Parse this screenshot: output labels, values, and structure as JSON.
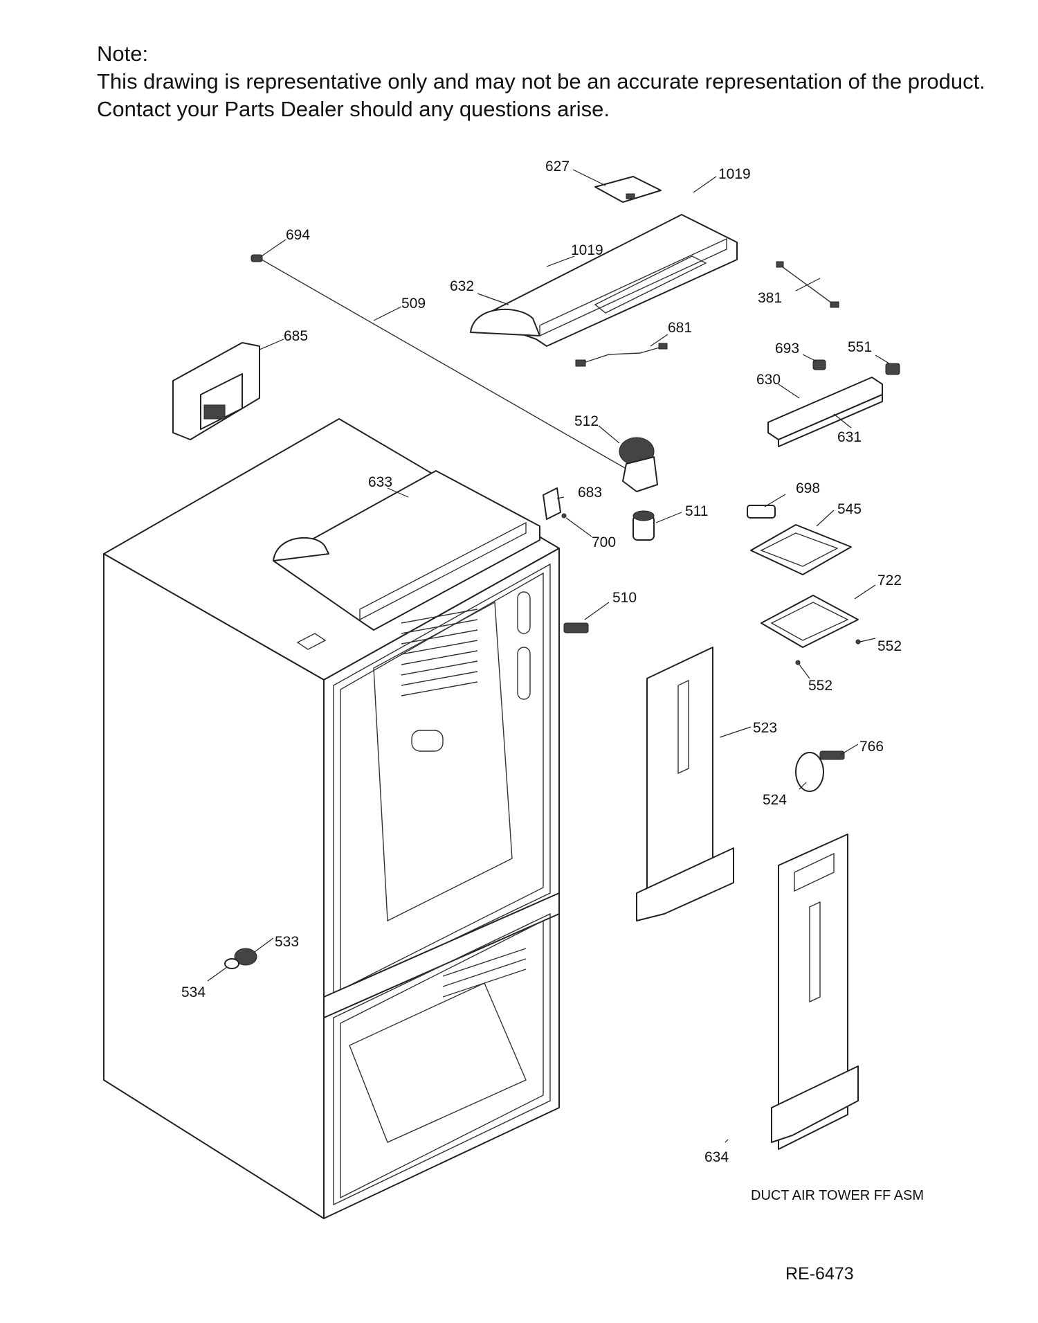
{
  "note": {
    "heading": "Note:",
    "line1": "This drawing is representative only and may not be an accurate representation of the product.",
    "line2": "Contact your Parts Dealer should any questions arise."
  },
  "labels": {
    "p627": "627",
    "p1019a": "1019",
    "p694": "694",
    "p1019b": "1019",
    "p632": "632",
    "p509": "509",
    "p381": "381",
    "p685": "685",
    "p681": "681",
    "p693": "693",
    "p551": "551",
    "p630": "630",
    "p512": "512",
    "p631": "631",
    "p633": "633",
    "p683": "683",
    "p698": "698",
    "p511": "511",
    "p545": "545",
    "p700": "700",
    "p510": "510",
    "p722": "722",
    "p552a": "552",
    "p552b": "552",
    "p523": "523",
    "p766": "766",
    "p524": "524",
    "p533": "533",
    "p534": "534",
    "p634": "634"
  },
  "caption": "DUCT AIR TOWER FF ASM",
  "doc_id": "RE-6473"
}
